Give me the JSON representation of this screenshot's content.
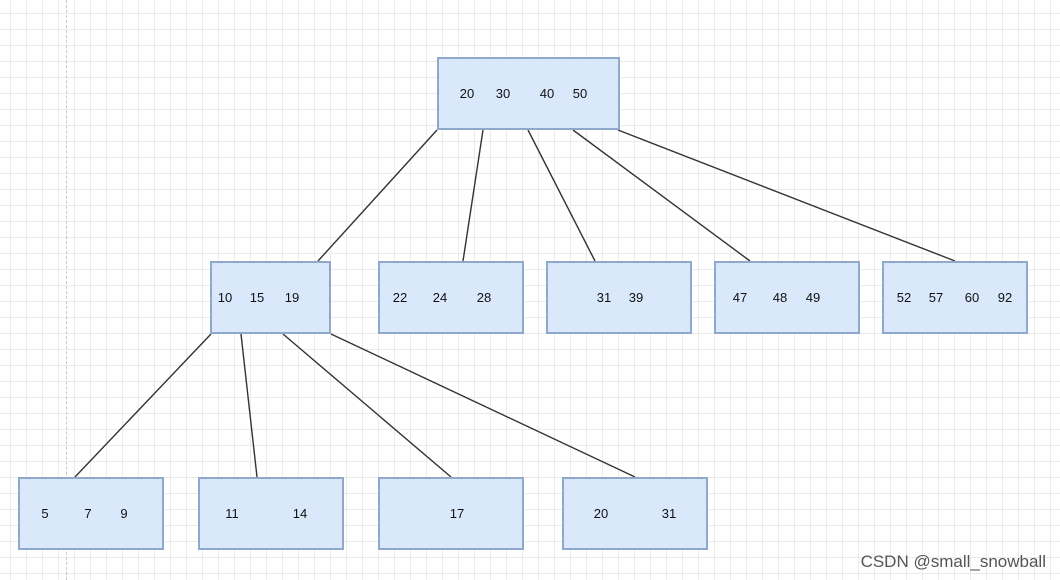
{
  "diagram": {
    "nodes": [
      {
        "id": "root",
        "keys": [
          "20",
          "30",
          "40",
          "50"
        ]
      },
      {
        "id": "l1-a",
        "keys": [
          "10",
          "15",
          "19"
        ]
      },
      {
        "id": "l1-b",
        "keys": [
          "22",
          "24",
          "28"
        ]
      },
      {
        "id": "l1-c",
        "keys": [
          "31",
          "39"
        ]
      },
      {
        "id": "l1-d",
        "keys": [
          "47",
          "48",
          "49"
        ]
      },
      {
        "id": "l1-e",
        "keys": [
          "52",
          "57",
          "60",
          "92"
        ]
      },
      {
        "id": "l2-a",
        "keys": [
          "5",
          "7",
          "9"
        ]
      },
      {
        "id": "l2-b",
        "keys": [
          "11",
          "14"
        ]
      },
      {
        "id": "l2-c",
        "keys": [
          "17"
        ]
      },
      {
        "id": "l2-d",
        "keys": [
          "20",
          "31"
        ]
      }
    ],
    "edges": [
      [
        "root",
        "l1-a"
      ],
      [
        "root",
        "l1-b"
      ],
      [
        "root",
        "l1-c"
      ],
      [
        "root",
        "l1-d"
      ],
      [
        "root",
        "l1-e"
      ],
      [
        "l1-a",
        "l2-a"
      ],
      [
        "l1-a",
        "l2-b"
      ],
      [
        "l1-a",
        "l2-c"
      ],
      [
        "l1-a",
        "l2-d"
      ]
    ],
    "colors": {
      "node_fill": "#dae8fc",
      "node_border": "#8fa9cc",
      "edge": "#333333"
    }
  },
  "watermark": "CSDN @small_snowball"
}
